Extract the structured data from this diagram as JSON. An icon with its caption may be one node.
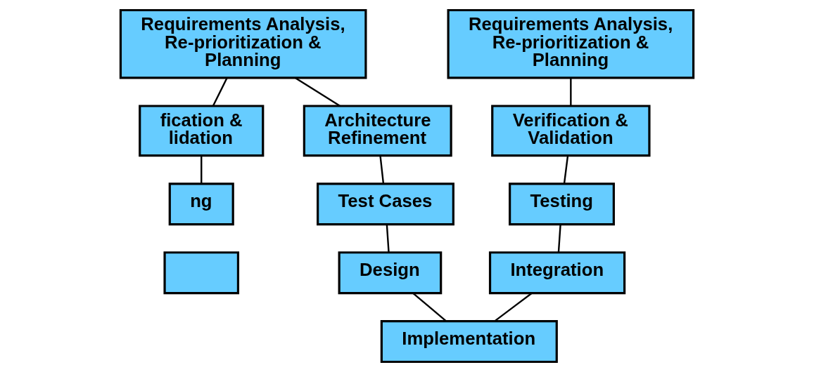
{
  "diagram": {
    "nodes": [
      {
        "text": [
          "Requirements Analysis, Re-prioritization & Planning"
        ]
      },
      {
        "text": [
          "Requirements Analysis, Re-prioritization & Planning"
        ]
      },
      {
        "text": [
          "fication & lidation"
        ]
      },
      {
        "text": [
          "Architecture Refinement"
        ]
      },
      {
        "text": [
          "Verification & Validation"
        ]
      },
      {
        "text": [
          "ng"
        ]
      },
      {
        "text": [
          "Test Cases"
        ]
      },
      {
        "text": [
          "Testing"
        ]
      },
      {
        "text": [],
        "shape": "box"
      },
      {
        "text": [
          "Design"
        ]
      },
      {
        "text": [
          "Integration"
        ]
      },
      {
        "text": [
          "Implementation"
        ]
      }
    ],
    "edges": [
      {
        "from": 0,
        "to": 2,
        "arrow": "none"
      },
      {
        "from": 2,
        "to": 5,
        "arrow": "none"
      },
      {
        "from": 0,
        "to": 3,
        "arrow": "none"
      },
      {
        "from": 3,
        "to": 6,
        "arrow": "none"
      },
      {
        "from": 6,
        "to": 9,
        "arrow": "none"
      },
      {
        "from": 9,
        "to": 11,
        "arrow": "none"
      },
      {
        "from": 11,
        "to": 10,
        "arrow": "none"
      },
      {
        "from": 10,
        "to": 7,
        "arrow": "none"
      },
      {
        "from": 7,
        "to": 4,
        "arrow": "none"
      },
      {
        "from": 4,
        "to": 1,
        "arrow": "none"
      }
    ]
  }
}
